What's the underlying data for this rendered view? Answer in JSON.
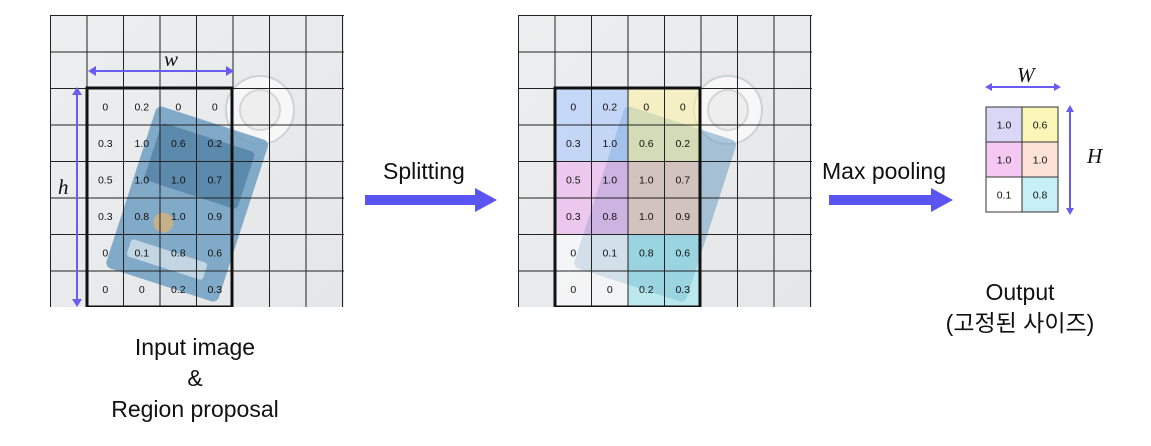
{
  "left_panel": {
    "w_label": "w",
    "h_label": "h",
    "region_values": [
      [
        "0",
        "0.2",
        "0",
        "0"
      ],
      [
        "0.3",
        "1.0",
        "0.6",
        "0.2"
      ],
      [
        "0.5",
        "1.0",
        "1.0",
        "0.7"
      ],
      [
        "0.3",
        "0.8",
        "1.0",
        "0.9"
      ],
      [
        "0",
        "0.1",
        "0.8",
        "0.6"
      ],
      [
        "0",
        "0",
        "0.2",
        "0.3"
      ]
    ],
    "caption_line1": "Input image",
    "caption_line2": "&",
    "caption_line3": "Region proposal"
  },
  "arrow1": {
    "label": "Splitting"
  },
  "middle_panel": {
    "region_values": [
      [
        "0",
        "0.2",
        "0",
        "0"
      ],
      [
        "0.3",
        "1.0",
        "0.6",
        "0.2"
      ],
      [
        "0.5",
        "1.0",
        "1.0",
        "0.7"
      ],
      [
        "0.3",
        "0.8",
        "1.0",
        "0.9"
      ],
      [
        "0",
        "0.1",
        "0.8",
        "0.6"
      ],
      [
        "0",
        "0",
        "0.2",
        "0.3"
      ]
    ],
    "bin_colors": [
      [
        "#9fc2ff",
        "#fff59a"
      ],
      [
        "#f2a5f0",
        "#ffc6a8"
      ],
      [
        "#ffffff",
        "#8fe7ee"
      ]
    ]
  },
  "arrow2": {
    "label": "Max pooling"
  },
  "output": {
    "W_label": "W",
    "H_label": "H",
    "values": [
      [
        "1.0",
        "0.6"
      ],
      [
        "1.0",
        "1.0"
      ],
      [
        "0.1",
        "0.8"
      ]
    ],
    "colors": [
      [
        "#d9d7f5",
        "#faf6b8"
      ],
      [
        "#f4c8f2",
        "#fde2d8"
      ],
      [
        "#ffffff",
        "#c7eff6"
      ]
    ],
    "caption_line1": "Output",
    "caption_line2": "(고정된 사이즈)"
  },
  "colors": {
    "accent_arrow": "#5a55f0",
    "dim_arrow": "#6a5cf0",
    "grid_line": "#222222"
  }
}
